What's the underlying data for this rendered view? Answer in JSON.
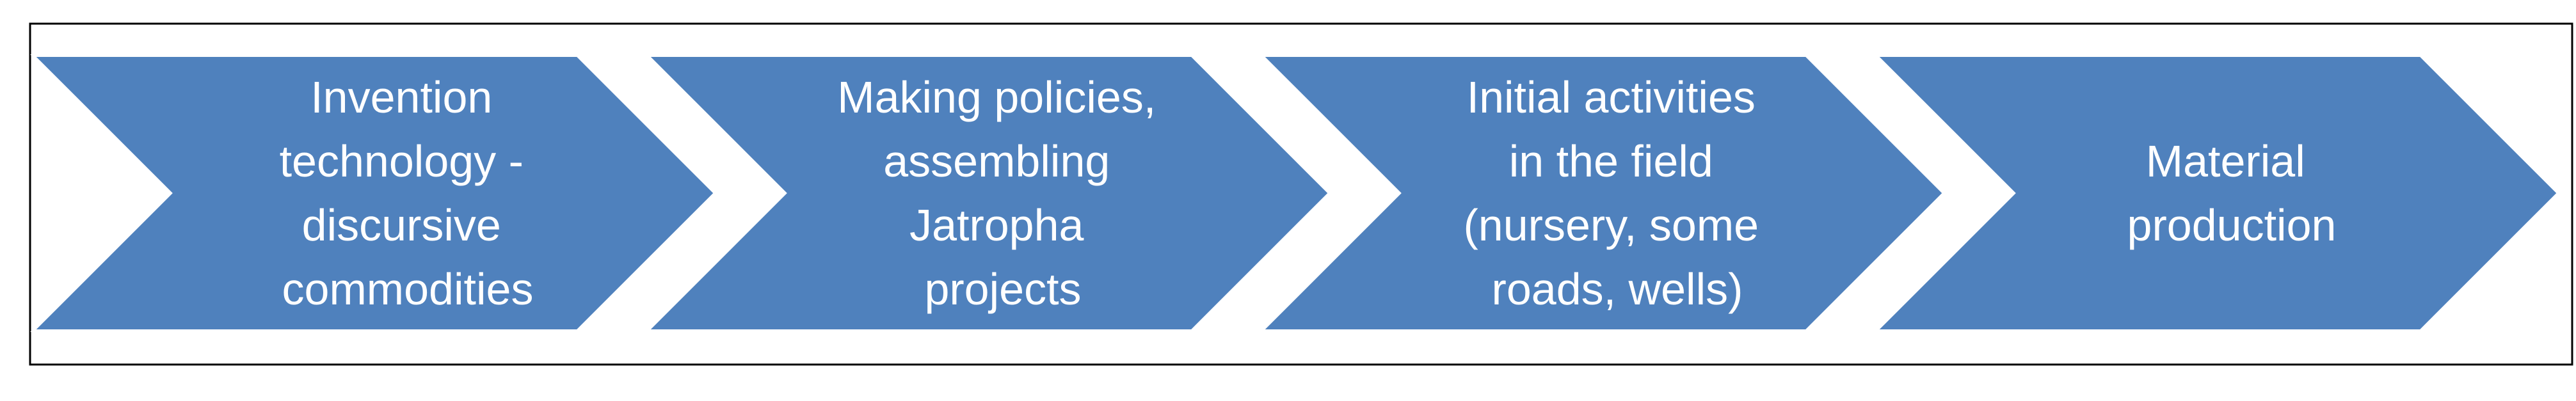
{
  "diagram": {
    "fill_color": "#4F81BD",
    "stroke_color": "#ffffff",
    "text_color": "#ffffff",
    "border_color": "#000000",
    "steps": [
      {
        "lines": [
          "Invention",
          "technology -",
          "discursive",
          "commodities"
        ]
      },
      {
        "lines": [
          "Making policies,",
          "assembling",
          "Jatropha",
          "projects"
        ]
      },
      {
        "lines": [
          "Initial activities",
          "in the field",
          "(nursery, some",
          "roads, wells)"
        ]
      },
      {
        "lines": [
          "Material",
          "production"
        ]
      }
    ]
  }
}
